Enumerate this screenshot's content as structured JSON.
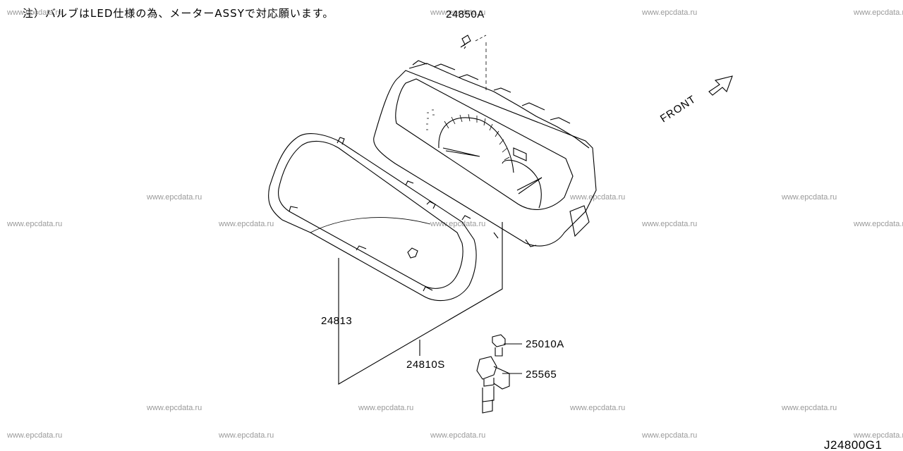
{
  "note": "注）バルブはLED仕様の為、メーターASSYで対応願います。",
  "watermark": "www.epcdata.ru",
  "direction_label": "FRONT",
  "diagram_code": "J24800G1",
  "parts": {
    "screw": "24850A",
    "cluster_assy": "24810S",
    "cluster_lid": "24813",
    "bolt": "25010A",
    "speed_sensor": "25565"
  }
}
